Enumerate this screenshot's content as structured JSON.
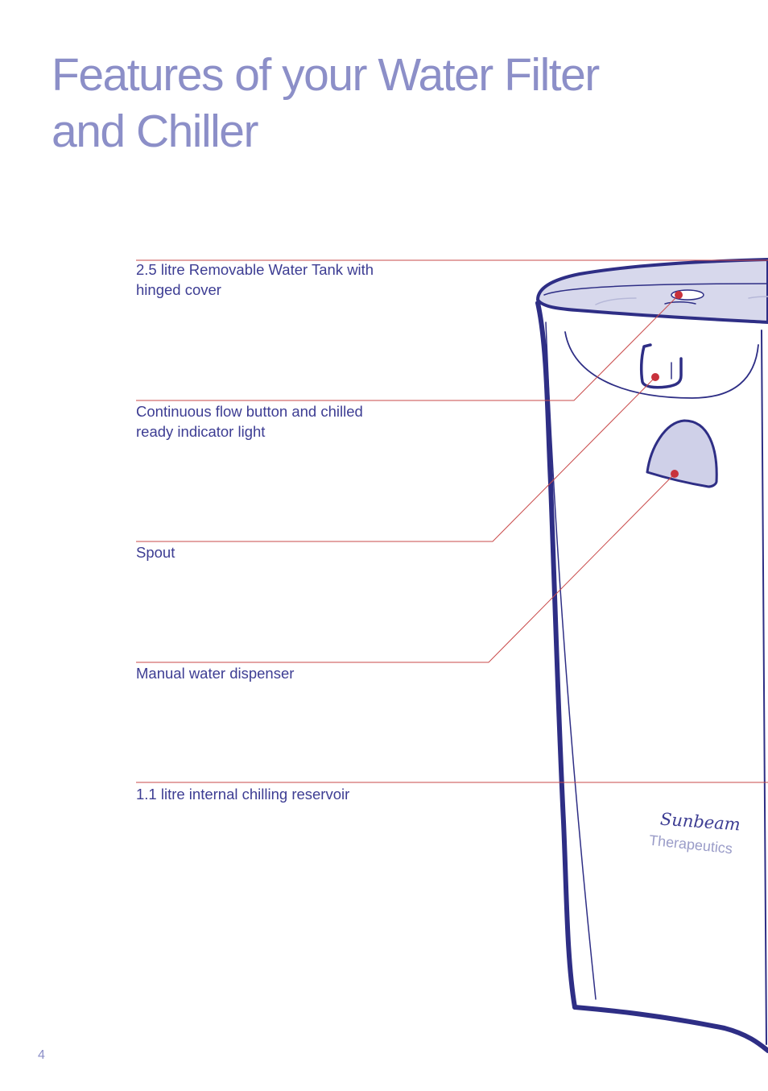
{
  "title": {
    "line1": "Features of your Water Filter",
    "line2": "and Chiller"
  },
  "features": [
    {
      "lines": [
        "2.5 litre Removable Water Tank with",
        "hinged cover"
      ]
    },
    {
      "lines": [
        "Continuous flow button and chilled",
        "ready indicator light"
      ]
    },
    {
      "lines": [
        "Spout"
      ]
    },
    {
      "lines": [
        "Manual water dispenser"
      ]
    },
    {
      "lines": [
        "1.1 litre internal chilling reservoir"
      ]
    }
  ],
  "product": {
    "brand": "Sunbeam",
    "sub_brand": "Therapeutics"
  },
  "page_number": "4",
  "colors": {
    "title": "#8c8fc8",
    "label_text": "#3d3d93",
    "leader_line": "#c94a4a",
    "outline": "#2e2e85",
    "marker": "#c8323c"
  }
}
